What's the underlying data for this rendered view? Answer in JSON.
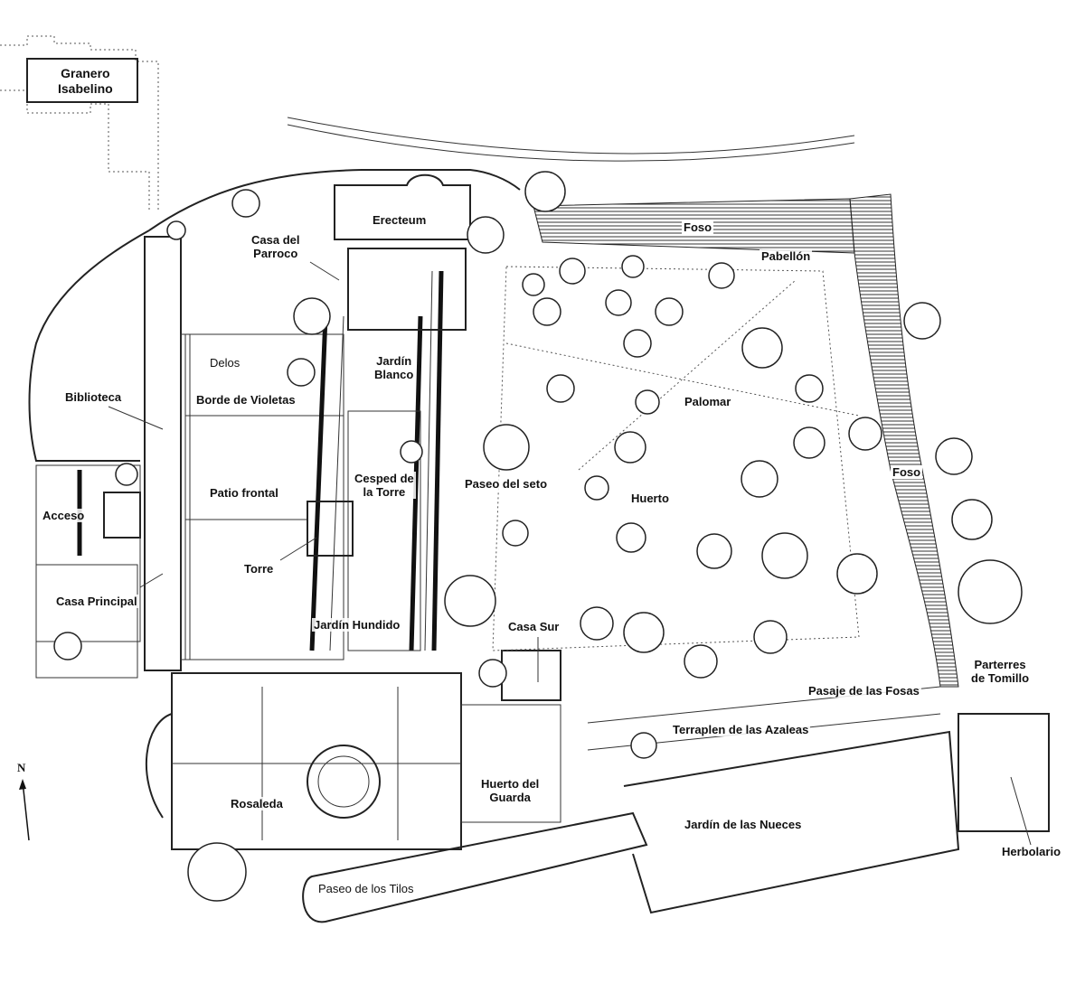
{
  "map": {
    "north_label": "N",
    "labels": {
      "granero": "Granero\nIsabelino",
      "erecteum": "Erecteum",
      "foso_north": "Foso",
      "casa_parroco": "Casa del\nParroco",
      "pabellon": "Pabellón",
      "delos": "Delos",
      "jardin_blanco": "Jardín\nBlanco",
      "biblioteca": "Biblioteca",
      "borde_violetas": "Borde de Violetas",
      "palomar": "Palomar",
      "foso_east": "Foso",
      "cesped_torre": "Cesped de\nla Torre",
      "paseo_seto": "Paseo del seto",
      "patio_frontal": "Patio frontal",
      "huerto": "Huerto",
      "acceso": "Acceso",
      "torre": "Torre",
      "casa_principal": "Casa Principal",
      "jardin_hundido": "Jardín Hundido",
      "casa_sur": "Casa Sur",
      "parterres_tomillo": "Parterres\nde Tomillo",
      "pasaje_fosas": "Pasaje de las Fosas",
      "terraplen_azaleas": "Terraplen de las Azaleas",
      "rosaleda": "Rosaleda",
      "huerto_guarda": "Huerto del\nGuarda",
      "jardin_nueces": "Jardín de las Nueces",
      "herbolario": "Herbolario",
      "paseo_tilos": "Paseo de los Tilos"
    }
  }
}
